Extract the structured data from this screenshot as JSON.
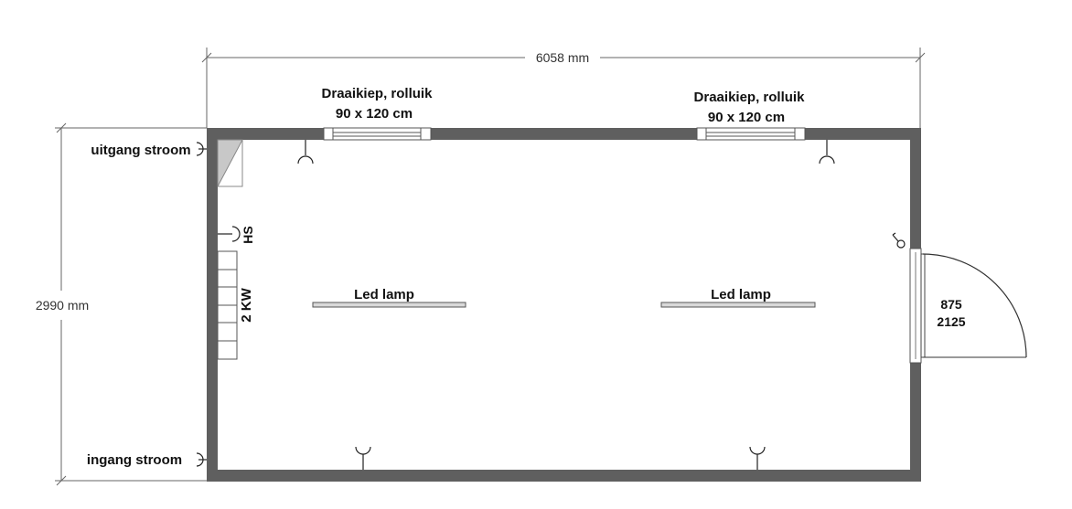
{
  "dimensions": {
    "width": "6058 mm",
    "height": "2990 mm"
  },
  "windows": [
    {
      "type": "Draaikiep, rolluik",
      "size": "90 x 120 cm"
    },
    {
      "type": "Draaikiep, rolluik",
      "size": "90 x 120 cm"
    }
  ],
  "power": {
    "outlet": "uitgang stroom",
    "inlet": "ingang stroom"
  },
  "heater": {
    "label": "2 KW"
  },
  "main_switch": {
    "label": "HS"
  },
  "lamps": [
    {
      "label": "Led lamp"
    },
    {
      "label": "Led lamp"
    }
  ],
  "door": {
    "width": "875",
    "height": "2125"
  },
  "colors": {
    "wall": "#5f5f5f",
    "dimension_line": "#555555",
    "lamp_fill": "#d9d9d9"
  }
}
